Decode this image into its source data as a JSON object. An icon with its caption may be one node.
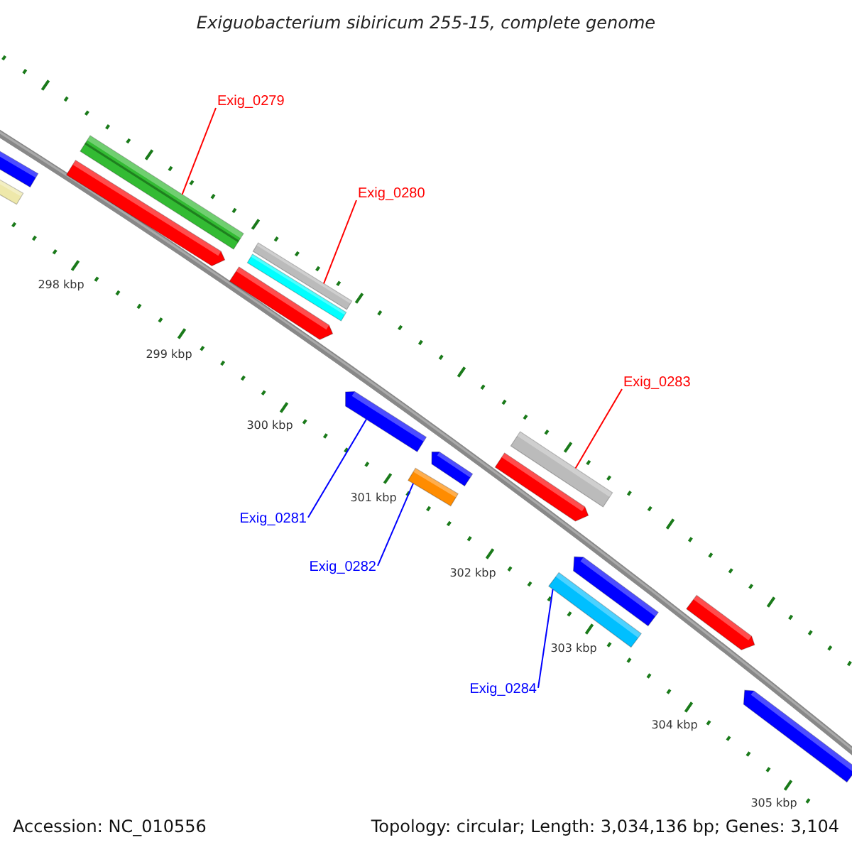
{
  "diagram": {
    "title": "Exiguobacterium sibiricum 255-15, complete genome",
    "nodes": [
      {
        "text": [
          "Exig_0279"
        ]
      },
      {
        "text": [
          "Exig_0280"
        ]
      },
      {
        "text": [
          "Exig_0283"
        ]
      },
      {
        "text": [
          "Exig_0281"
        ]
      },
      {
        "text": [
          "Exig_0282"
        ]
      },
      {
        "text": [
          "Exig_0284"
        ]
      },
      {
        "text": [],
        "shape": "bar"
      },
      {
        "text": [],
        "shape": "bar"
      },
      {
        "text": [],
        "shape": "bar"
      },
      {
        "text": [],
        "shape": "bar"
      },
      {
        "text": [],
        "shape": "bar"
      },
      {
        "text": [],
        "shape": "bar"
      }
    ],
    "edges": [
      {
        "from": 0,
        "to": 6,
        "arrow": "none",
        "color": "#ff0000"
      },
      {
        "from": 1,
        "to": 7,
        "arrow": "none",
        "color": "#ff0000"
      },
      {
        "from": 2,
        "to": 10,
        "arrow": "none",
        "color": "#ff0000"
      },
      {
        "from": 3,
        "to": 8,
        "arrow": "none",
        "color": "#0000ff"
      },
      {
        "from": 4,
        "to": 9,
        "arrow": "none",
        "color": "#0000ff"
      },
      {
        "from": 5,
        "to": 11,
        "arrow": "none",
        "color": "#0000ff"
      }
    ],
    "labels": [
      "298 kbp",
      "299 kbp",
      "300 kbp",
      "301 kbp",
      "302 kbp",
      "303 kbp",
      "304 kbp",
      "305 kbp",
      "Accession: NC_010556",
      "Topology: circular; Length: 3,034,136 bp; Genes: 3,104"
    ]
  }
}
